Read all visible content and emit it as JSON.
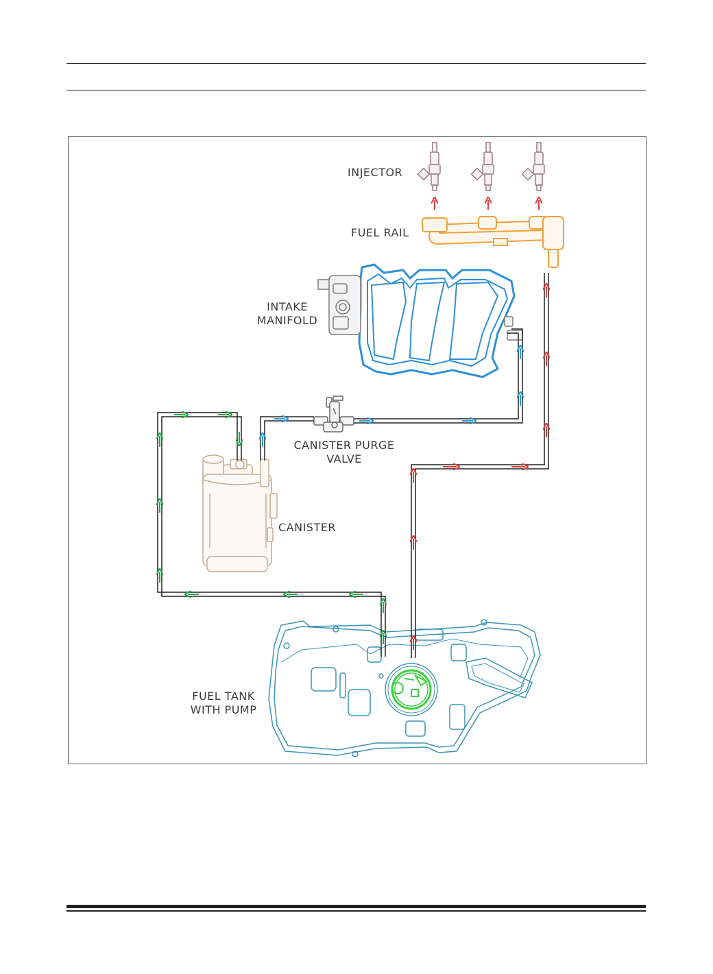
{
  "labels": {
    "injector": "INJECTOR",
    "fuel_rail": "FUEL RAIL",
    "intake_manifold_1": "INTAKE",
    "intake_manifold_2": "MANIFOLD",
    "canister_purge_valve_1": "CANISTER PURGE",
    "canister_purge_valve_2": "VALVE",
    "canister": "CANISTER",
    "fuel_tank_1": "FUEL TANK",
    "fuel_tank_2": "WITH PUMP"
  },
  "colors": {
    "fuel_flow": "#e23b3b",
    "vapor_to_canister": "#27a84a",
    "purge_to_manifold": "#2a9ad6",
    "manifold": "#2f8fd6",
    "fuel_rail": "#f0a040",
    "injector": "#9a7c88",
    "canister": "#c8ab92",
    "tank": "#3b93b4",
    "pump": "#39d23a"
  }
}
